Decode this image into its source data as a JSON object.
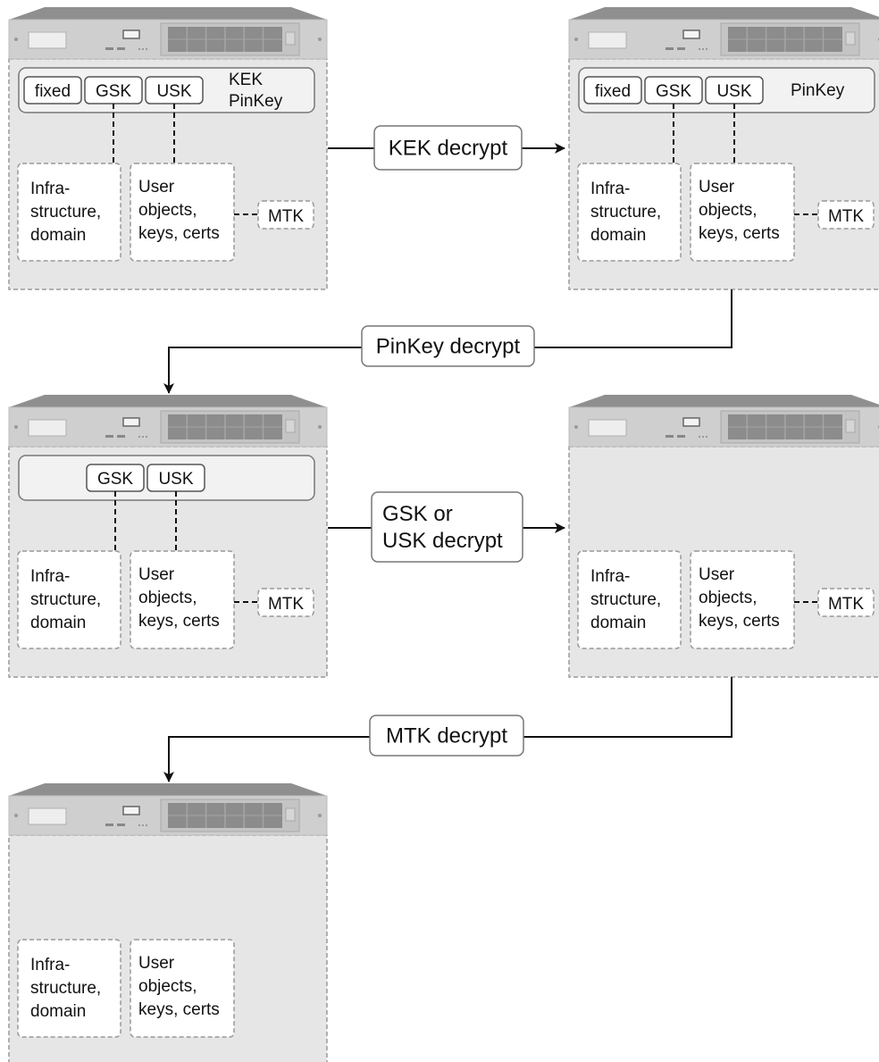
{
  "servers": [
    {
      "id": "s1",
      "keybar": {
        "keys": [
          "fixed",
          "GSK",
          "USK"
        ],
        "label_lines": [
          "KEK",
          "PinKey"
        ]
      },
      "infra_lines": [
        "Infra-",
        "structure,",
        "domain"
      ],
      "user_lines": [
        "User",
        "objects,",
        "keys, certs"
      ],
      "mtk": "MTK"
    },
    {
      "id": "s2",
      "keybar": {
        "keys": [
          "fixed",
          "GSK",
          "USK"
        ],
        "label_lines": [
          "PinKey"
        ]
      },
      "infra_lines": [
        "Infra-",
        "structure,",
        "domain"
      ],
      "user_lines": [
        "User",
        "objects,",
        "keys, certs"
      ],
      "mtk": "MTK"
    },
    {
      "id": "s3",
      "keybar": {
        "keys": [
          "GSK",
          "USK"
        ],
        "label_lines": []
      },
      "infra_lines": [
        "Infra-",
        "structure,",
        "domain"
      ],
      "user_lines": [
        "User",
        "objects,",
        "keys, certs"
      ],
      "mtk": "MTK"
    },
    {
      "id": "s4",
      "keybar": null,
      "infra_lines": [
        "Infra-",
        "structure,",
        "domain"
      ],
      "user_lines": [
        "User",
        "objects,",
        "keys, certs"
      ],
      "mtk": "MTK"
    },
    {
      "id": "s5",
      "keybar": null,
      "infra_lines": [
        "Infra-",
        "structure,",
        "domain"
      ],
      "user_lines": [
        "User",
        "objects,",
        "keys, certs"
      ],
      "mtk": null
    }
  ],
  "operations": [
    {
      "id": "op-kek",
      "lines": [
        "KEK decrypt"
      ]
    },
    {
      "id": "op-pinkey",
      "lines": [
        "PinKey decrypt"
      ]
    },
    {
      "id": "op-gsk-usk",
      "lines": [
        "GSK or",
        "USK decrypt"
      ]
    },
    {
      "id": "op-mtk",
      "lines": [
        "MTK decrypt"
      ]
    }
  ],
  "colors": {
    "panel_fill": "#e6e6e6",
    "panel_border": "#9a9a9a",
    "chassis_top": "#8f8f8f",
    "chassis_face": "#cfcfcf",
    "box_fill": "#ffffff",
    "line": "#111111"
  }
}
